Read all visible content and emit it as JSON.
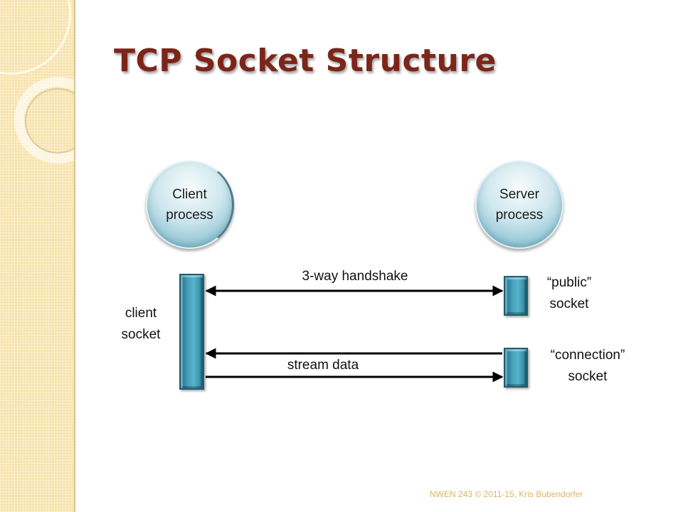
{
  "slide": {
    "title": "TCP Socket Structure",
    "footer": "NWEN 243 © 2011-15, Kris Bubendorfer"
  },
  "diagram": {
    "nodes": {
      "client_process": "Client process",
      "server_process": "Server process"
    },
    "sockets": {
      "client": "client socket",
      "public": "“public” socket",
      "connection": "“connection” socket"
    },
    "edges": {
      "handshake": "3-way handshake",
      "stream": "stream data"
    }
  },
  "colors": {
    "title": "#7b2619",
    "socket": "#3b97b1",
    "circle_edge": "#86bfd0",
    "footer": "#d6b56a",
    "side_strip": "#f8e3ad"
  }
}
